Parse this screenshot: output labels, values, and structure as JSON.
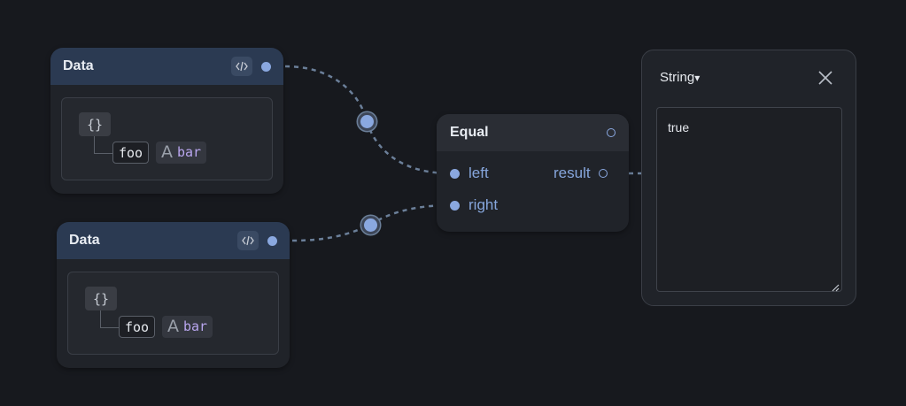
{
  "nodes": {
    "data1": {
      "title": "Data",
      "code_icon": "code-icon",
      "object_brace": "{}",
      "key": "foo",
      "value": "bar",
      "value_type_icon": "string-type-icon"
    },
    "data2": {
      "title": "Data",
      "code_icon": "code-icon",
      "object_brace": "{}",
      "key": "foo",
      "value": "bar",
      "value_type_icon": "string-type-icon"
    },
    "equal": {
      "title": "Equal",
      "inputs": [
        "left",
        "right"
      ],
      "output": "result"
    }
  },
  "viewer": {
    "type_label": "String",
    "type_caret": "▾",
    "value": "true",
    "close_icon": "close-icon"
  },
  "colors": {
    "background": "#17191e",
    "node_body": "#202329",
    "data_header": "#2b3a52",
    "port": "#8aa8e0",
    "pin_label": "#86a6dc",
    "wire": "#6b7f99",
    "string_value": "#b9a6ef"
  }
}
